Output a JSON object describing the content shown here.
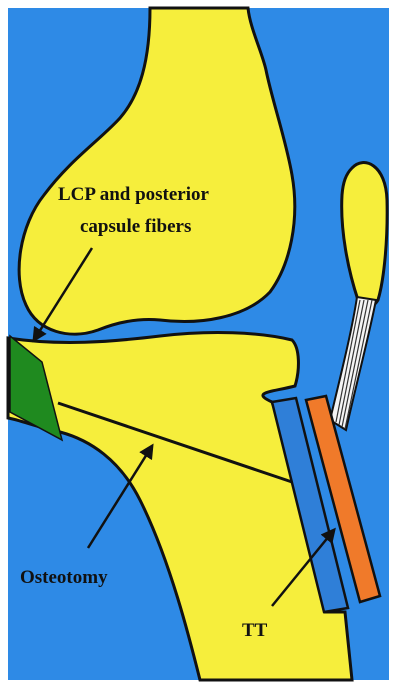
{
  "diagram": {
    "labels": {
      "lcp": [
        "LCP and posterior",
        "capsule fibers"
      ],
      "osteotomy": "Osteotomy",
      "tt": "TT"
    },
    "colors": {
      "background": "#2e8ae6",
      "bone": "#f6ee3c",
      "outline": "#111111",
      "lcp_region": "#1f8a1f",
      "osteotomy_plate": "#2f7fd8",
      "tibial_tuberosity": "#f07a2a",
      "tendon": "#f4f4f4"
    },
    "icons": [
      "arrow-icon",
      "arrow-icon",
      "arrow-icon"
    ]
  }
}
